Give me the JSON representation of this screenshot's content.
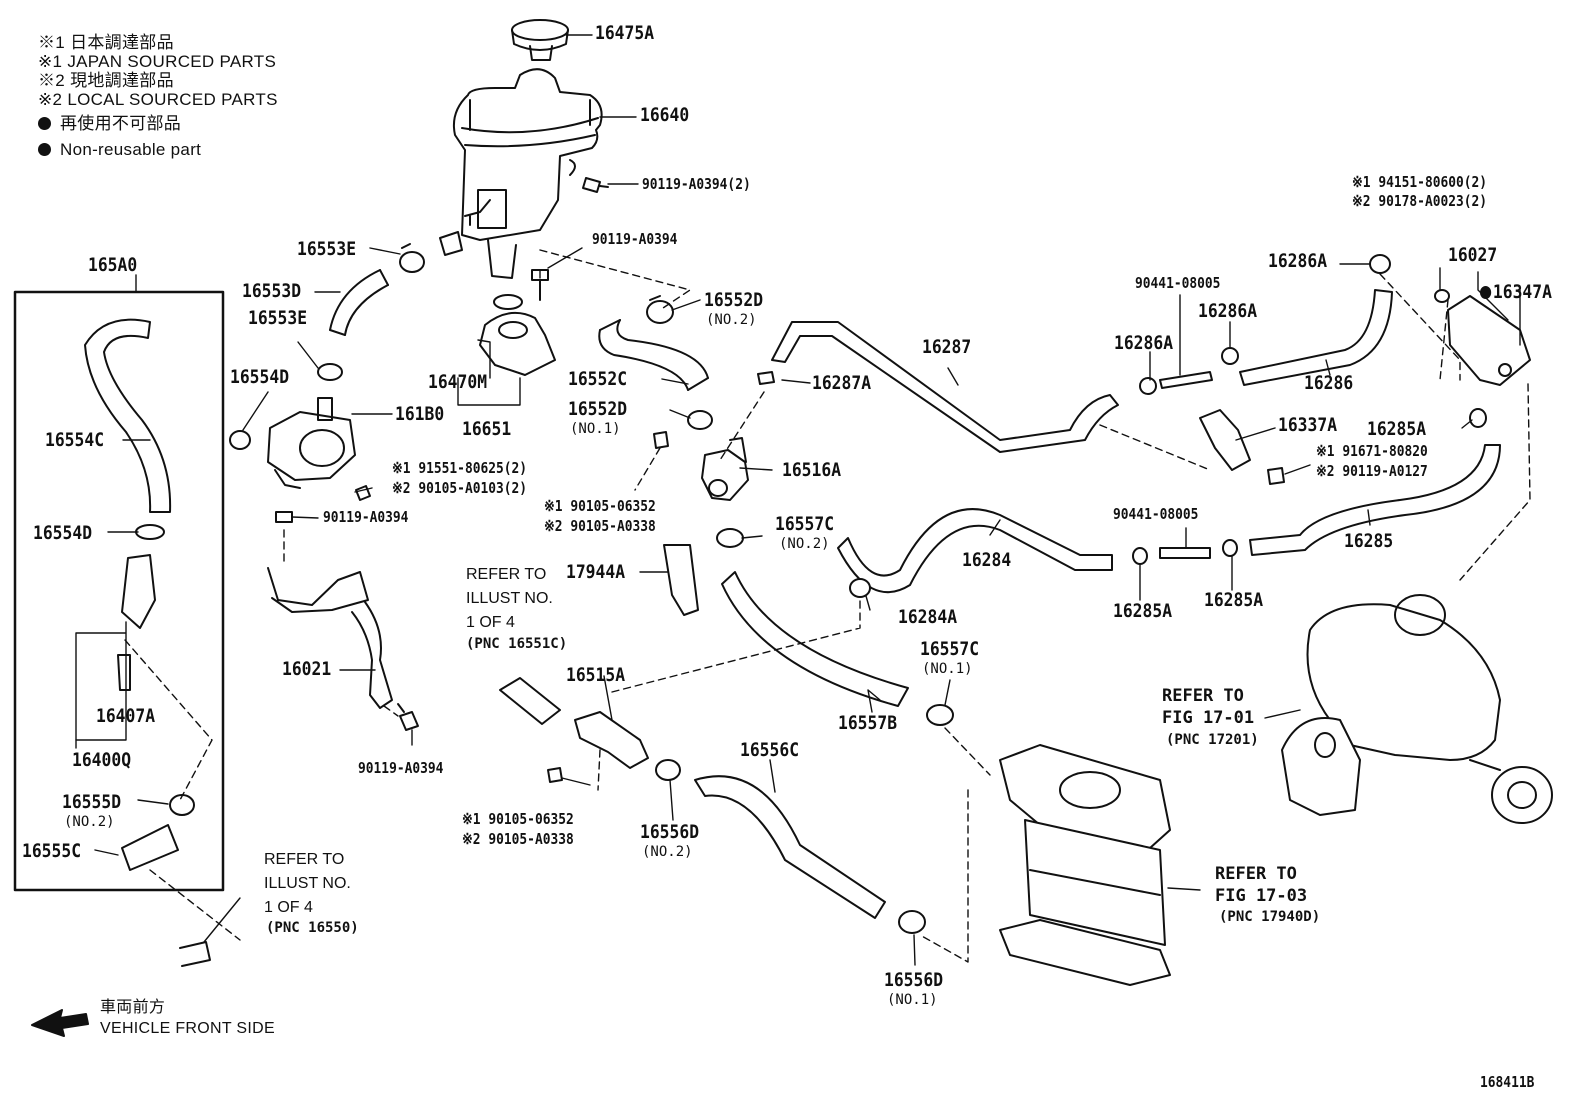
{
  "legend": {
    "japan_jp": "※1 日本調達部品",
    "japan_en": "※1 JAPAN SOURCED PARTS",
    "local_jp": "※2 現地調達部品",
    "local_en": "※2 LOCAL SOURCED PARTS",
    "nonreuse_jp": "再使用不可部品",
    "nonreuse_en": "Non-reusable part"
  },
  "parts": {
    "p16475A": "16475A",
    "p16640": "16640",
    "p90119A0394_2": "90119-A0394(2)",
    "p90119A0394_top": "90119-A0394",
    "p16553E_top": "16553E",
    "p16553D": "16553D",
    "p16553E_mid": "16553E",
    "p16552D_no2": "16552D",
    "no2_a": "(NO.2)",
    "p165A0": "165A0",
    "p16554D_top": "16554D",
    "p161B0": "161B0",
    "p16470M": "16470M",
    "p16651": "16651",
    "p16552C": "16552C",
    "p16552D_no1": "16552D",
    "no1_a": "(NO.1)",
    "p16287A": "16287A",
    "p16287": "16287",
    "p16554C": "16554C",
    "p91551": "※1 91551-80625(2)",
    "p90105A0103": "※2 90105-A0103(2)",
    "p90119A0394_mid": "90119-A0394",
    "p16554D_mid": "16554D",
    "p90105_06352_a": "※1 90105-06352",
    "p90105_A0338_a": "※2 90105-A0338",
    "p16516A": "16516A",
    "p16557C_no2": "16557C",
    "no2_b": "(NO.2)",
    "p17944A": "17944A",
    "p16021": "16021",
    "p16407A": "16407A",
    "p16400Q": "16400Q",
    "p16555D": "16555D",
    "no2_c": "(NO.2)",
    "p16555C": "16555C",
    "p16515A": "16515A",
    "p16557B": "16557B",
    "p16284": "16284",
    "p16284A": "16284A",
    "p16557C_no1": "16557C",
    "no1_b": "(NO.1)",
    "p90119A0394_bot": "90119-A0394",
    "p90105_06352_b": "※1 90105-06352",
    "p90105_A0338_b": "※2 90105-A0338",
    "p16556D_no2": "16556D",
    "no2_d": "(NO.2)",
    "p16556C": "16556C",
    "p16556D_no1": "16556D",
    "no1_c": "(NO.1)",
    "p94151": "※1 94151-80600(2)",
    "p90178": "※2 90178-A0023(2)",
    "p16286A_top": "16286A",
    "p16027": "16027",
    "p16347A": "16347A",
    "p90441_top": "90441-08005",
    "p16286A_mid": "16286A",
    "p16286A_left": "16286A",
    "p16286": "16286",
    "p16337A": "16337A",
    "p16285A_r": "16285A",
    "p91671": "※1 91671-80820",
    "p90119A0127": "※2 90119-A0127",
    "p90441_bot": "90441-08005",
    "p16285": "16285",
    "p16285A_l": "16285A",
    "p16285A_m": "16285A"
  },
  "refs": {
    "ref1_l1": "REFER TO",
    "ref1_l2": "ILLUST NO.",
    "ref1_l3": "1 OF 4",
    "ref1_l4": "(PNC 16551C)",
    "ref2_l1": "REFER TO",
    "ref2_l2": "ILLUST NO.",
    "ref2_l3": "1 OF 4",
    "ref2_l4": "(PNC 16550)",
    "ref3_l1": "REFER TO",
    "ref3_l2": "FIG 17-01",
    "ref3_l3": "(PNC 17201)",
    "ref4_l1": "REFER TO",
    "ref4_l2": "FIG 17-03",
    "ref4_l3": "(PNC 17940D)"
  },
  "front": {
    "jp": "車両前方",
    "en": "VEHICLE FRONT SIDE"
  },
  "figure_id": "168411B"
}
